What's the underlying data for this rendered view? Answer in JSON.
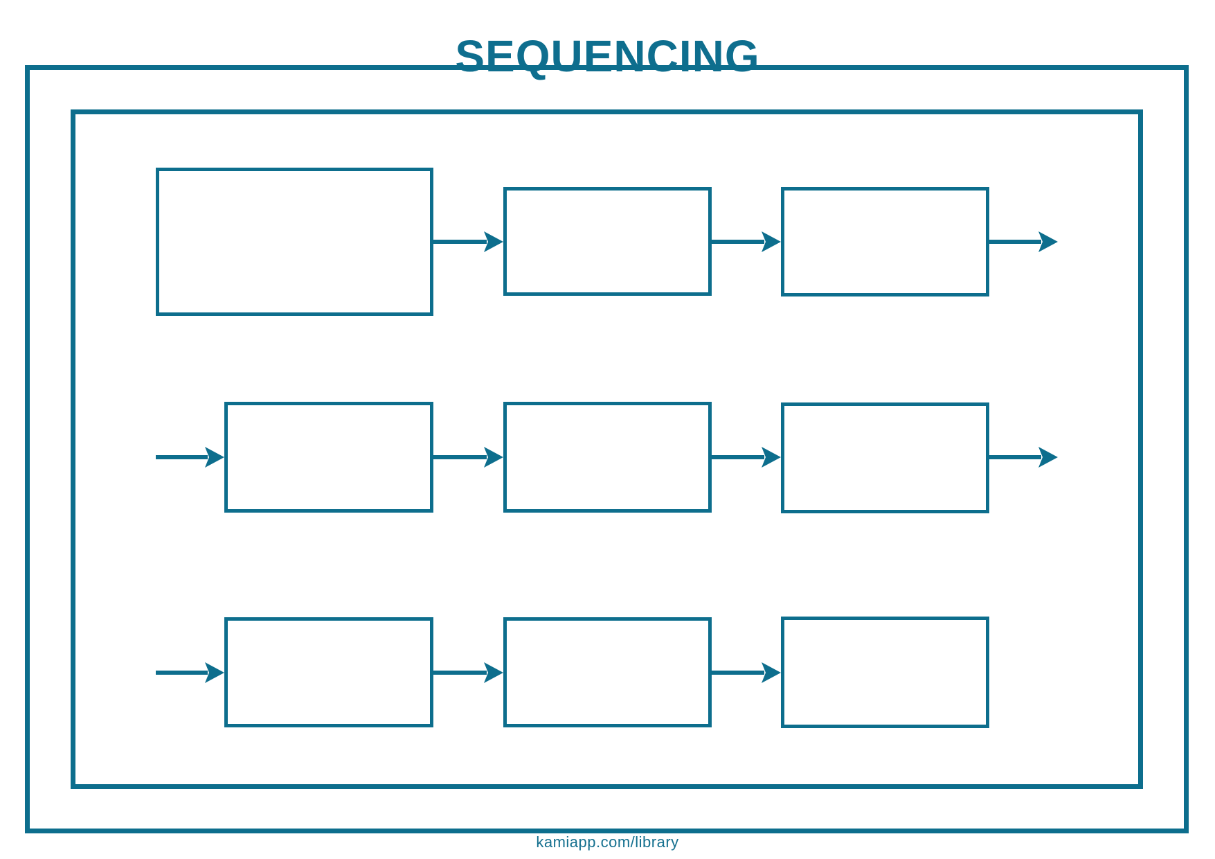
{
  "header": {
    "title": "SEQUENCING"
  },
  "footer": {
    "link": "kamiapp.com/library"
  },
  "colors": {
    "accent_teal": "#0d6e8d",
    "page_background": "#ffffff",
    "box_fill": "#ffffff"
  },
  "icons": {
    "flow_arrow": "arrow-right"
  },
  "diagram": {
    "description": "Three rows of empty sequencing boxes connected left-to-right by arrows",
    "rows": [
      {
        "name": "row-1",
        "boxes": 3,
        "leading_arrow": false,
        "trailing_arrow": true,
        "first_box_large": true
      },
      {
        "name": "row-2",
        "boxes": 3,
        "leading_arrow": true,
        "trailing_arrow": true,
        "first_box_large": false
      },
      {
        "name": "row-3",
        "boxes": 3,
        "leading_arrow": true,
        "trailing_arrow": false,
        "first_box_large": false
      }
    ],
    "box_text": ""
  }
}
